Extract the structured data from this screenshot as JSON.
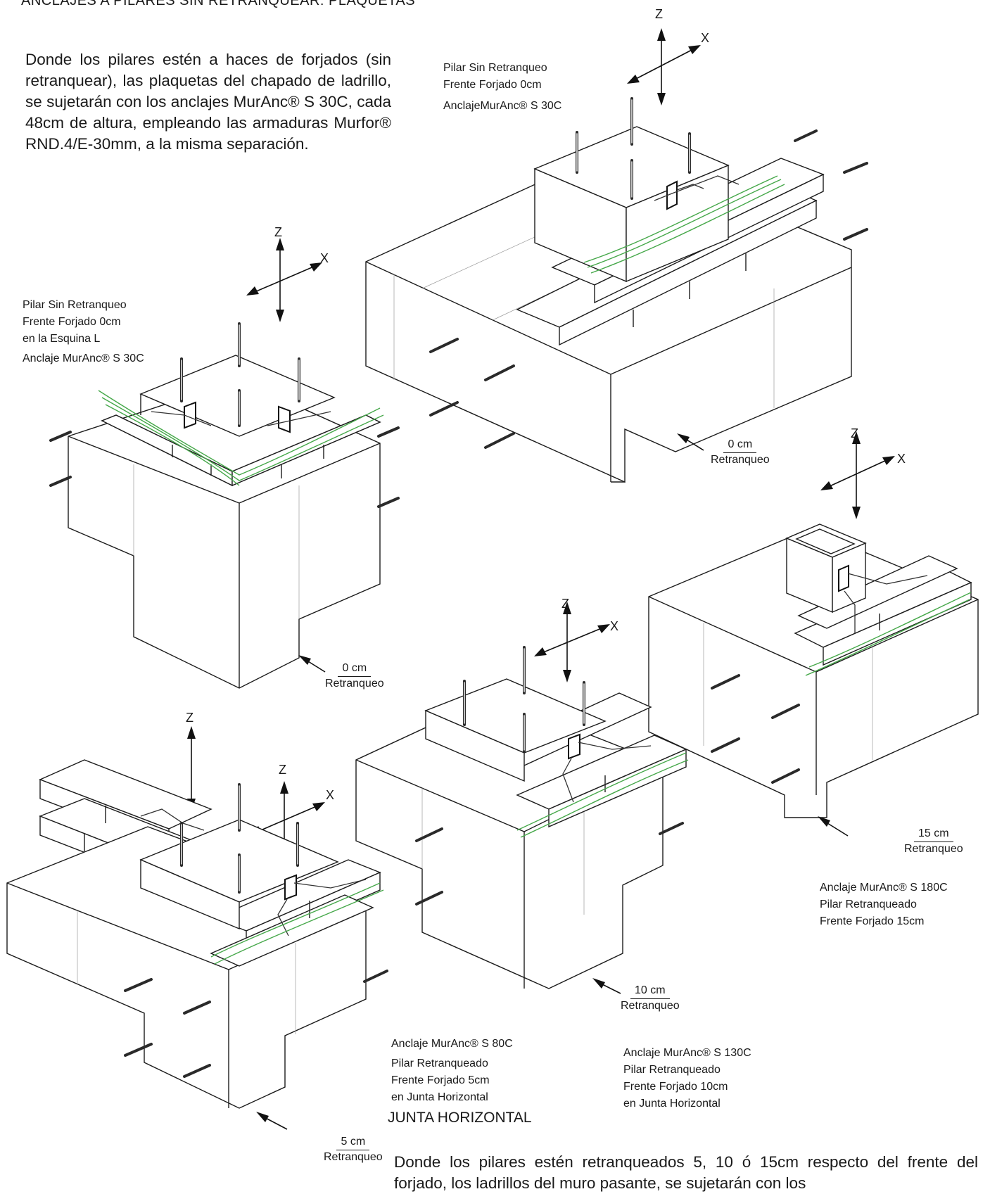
{
  "page_title": "ANCLAJES A PILARES SIN RETRANQUEAR: PLAQUETAS",
  "intro_paragraph": "Donde los pilares estén a haces de forjados (sin retranquear), las plaquetas del chapado de ladrillo, se sujetarán con los anclajes MurAnc® S 30C, cada 48cm de altura, empleando las armaduras Murfor® RND.4/E-30mm, a la misma separación.",
  "footer_paragraph": "Donde los pilares estén retranqueados 5, 10 ó 15cm respecto del frente del forjado, los ladrillos del muro pasante, se sujetarán con los",
  "junta_heading": "JUNTA HORIZONTAL",
  "axes": {
    "z": "Z",
    "x": "X"
  },
  "retranqueo_word": "Retranqueo",
  "figures": [
    {
      "id": "fig-top",
      "lines": [
        "Pilar Sin Retranqueo",
        "Frente Forjado 0cm",
        "AnclajeMurAnc® S 30C"
      ],
      "retranqueo": "0 cm"
    },
    {
      "id": "fig-corner",
      "lines": [
        "Pilar Sin Retranqueo",
        "Frente Forjado 0cm",
        "en la Esquina L",
        "Anclaje MurAnc® S 30C"
      ],
      "retranqueo": "0 cm"
    },
    {
      "id": "fig-15",
      "lines": [
        "Anclaje MurAnc® S 180C",
        "Pilar Retranqueado",
        "Frente Forjado 15cm"
      ],
      "retranqueo": "15 cm"
    },
    {
      "id": "fig-10",
      "lines": [
        "Anclaje MurAnc® S 130C",
        "Pilar Retranqueado",
        "Frente Forjado 10cm",
        "en Junta Horizontal"
      ],
      "retranqueo": "10 cm"
    },
    {
      "id": "fig-5",
      "lines": [
        "Anclaje MurAnc® S 80C",
        "Pilar Retranqueado",
        "Frente Forjado 5cm",
        "en Junta Horizontal"
      ],
      "retranqueo": "5 cm"
    }
  ]
}
